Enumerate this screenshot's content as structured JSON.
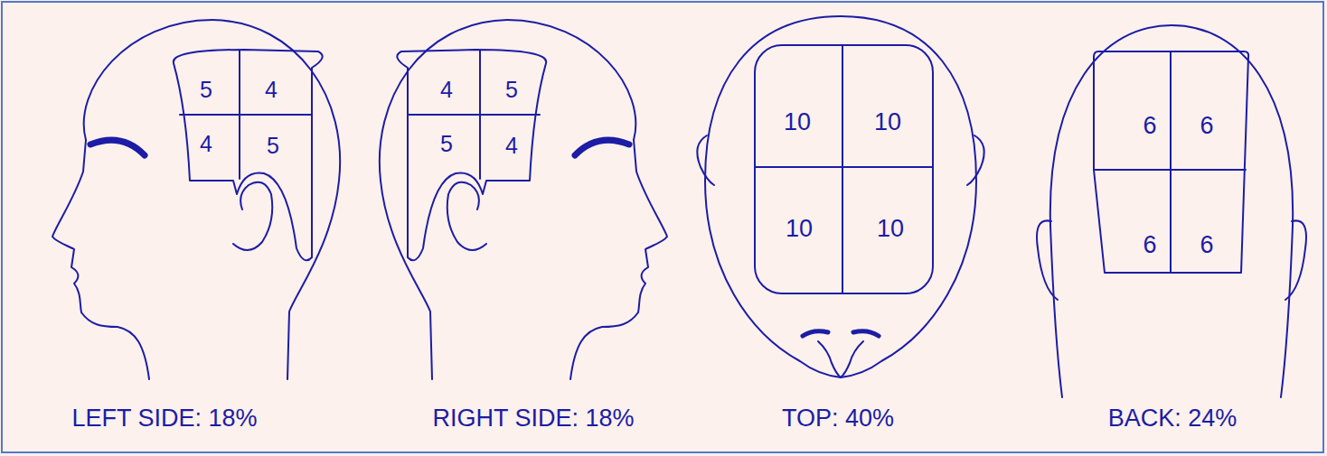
{
  "diagram": {
    "nodes": [
      {
        "text": [
          "5"
        ]
      },
      {
        "text": [
          "4"
        ]
      },
      {
        "text": [
          "4"
        ]
      },
      {
        "text": [
          "5"
        ]
      },
      {
        "text": [
          "4"
        ]
      },
      {
        "text": [
          "5"
        ]
      },
      {
        "text": [
          "5"
        ]
      },
      {
        "text": [
          "4"
        ]
      },
      {
        "text": [
          "10"
        ]
      },
      {
        "text": [
          "10"
        ]
      },
      {
        "text": [
          "10"
        ]
      },
      {
        "text": [
          "10"
        ]
      },
      {
        "text": [
          "6"
        ]
      },
      {
        "text": [
          "6"
        ]
      },
      {
        "text": [
          "6"
        ]
      },
      {
        "text": [
          "6"
        ]
      }
    ],
    "labels": [
      "LEFT SIDE: 18%",
      "RIGHT SIDE: 18%",
      "TOP: 40%",
      "BACK: 24%"
    ]
  }
}
